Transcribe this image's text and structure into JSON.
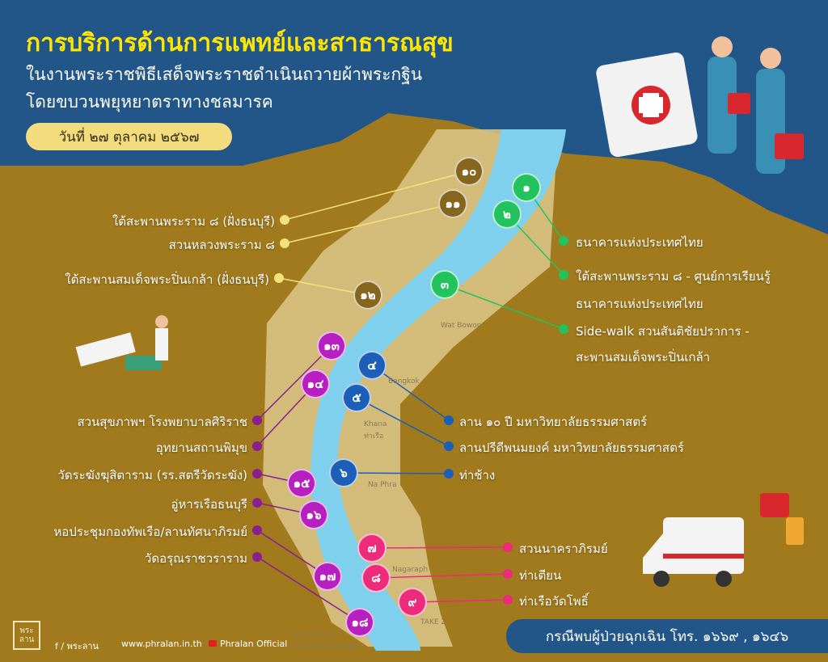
{
  "header": {
    "title": "การบริการด้านการแพทย์และสาธารณสุข",
    "subtitle_1": "ในงานพระราชพิธีเสด็จพระราชดำเนินถวายผ้าพระกฐิน",
    "subtitle_2": "โดยขบวนพยุหยาตราทางชลมารค",
    "date": "วันที่ ๒๗ ตุลาคม ๒๕๖๗"
  },
  "map_labels": {
    "wat_bowon": "Wat Bowon",
    "bangkok": "Bangkok",
    "khana": "Khana",
    "tha_ruea": "ท่าเรือ",
    "na_phra": "Na Phra",
    "nagaraphirom": "Nagaraph",
    "wat_arun": "at Arun Rat",
    "wat_arun2": "atchawaramahawi",
    "tak": "TAKE Z"
  },
  "colors": {
    "brown": "#86651c",
    "green": "#22c35e",
    "blue": "#1b5fb8",
    "pink": "#ee2a7b",
    "purple": "#b81fc0",
    "yellow_dot": "#f3e27a"
  },
  "groups": {
    "brown": [
      {
        "num": "๑๐",
        "label": "ใต้สะพานพระราม ๘ (ฝั่งธนบุรี)"
      },
      {
        "num": "๑๑",
        "label": "สวนหลวงพระราม ๘"
      },
      {
        "num": "๑๒",
        "label": "ใต้สะพานสมเด็จพระปิ่นเกล้า (ฝั่งธนบุรี)"
      }
    ],
    "green": [
      {
        "num": "๑",
        "label": "ธนาคารแห่งประเทศไทย"
      },
      {
        "num": "๒",
        "label": "ใต้สะพานพระราม ๘ - ศูนย์การเรียนรู้",
        "label2": "ธนาคารแห่งประเทศไทย"
      },
      {
        "num": "๓",
        "label": "Side-walk สวนสันติชัยปราการ -",
        "label2": "สะพานสมเด็จพระปิ่นเกล้า"
      }
    ],
    "blue": [
      {
        "num": "๔",
        "label": "ลาน ๑๐ ปี มหาวิทยาลัยธรรมศาสตร์"
      },
      {
        "num": "๕",
        "label": "ลานปรีดีพนมยงค์ มหาวิทยาลัยธรรมศาสตร์"
      },
      {
        "num": "๖",
        "label": "ท่าช้าง"
      }
    ],
    "pink": [
      {
        "num": "๗",
        "label": "สวนนาคราภิรมย์"
      },
      {
        "num": "๘",
        "label": "ท่าเตียน"
      },
      {
        "num": "๙",
        "label": "ท่าเรือวัดโพธิ์"
      }
    ],
    "purple": [
      {
        "num": "๑๓",
        "label": "สวนสุขภาพฯ โรงพยาบาลศิริราช"
      },
      {
        "num": "๑๔",
        "label": "อุทยานสถานพิมุข"
      },
      {
        "num": "๑๕",
        "label": "วัดระฆังฆุสิตาราม (รร.สตรีวัดระฆัง)"
      },
      {
        "num": "๑๖",
        "label": "อู่หารเรือธนบุรี"
      },
      {
        "num": "๑๗",
        "label": "หอประชุมกองทัพเรือ/ลานทัศนาภิรมย์"
      },
      {
        "num": "๑๘",
        "label": "วัดอรุณราชวราราม"
      }
    ]
  },
  "footer": {
    "logo": "พระลาน",
    "facebook": "f / พระลาน",
    "website": "www.phralan.in.th",
    "youtube": "Phralan Official",
    "emergency": "กรณีพบผู้ป่วยฉุกเฉิน โทร. ๑๖๖๙ , ๑๖๔๖"
  }
}
